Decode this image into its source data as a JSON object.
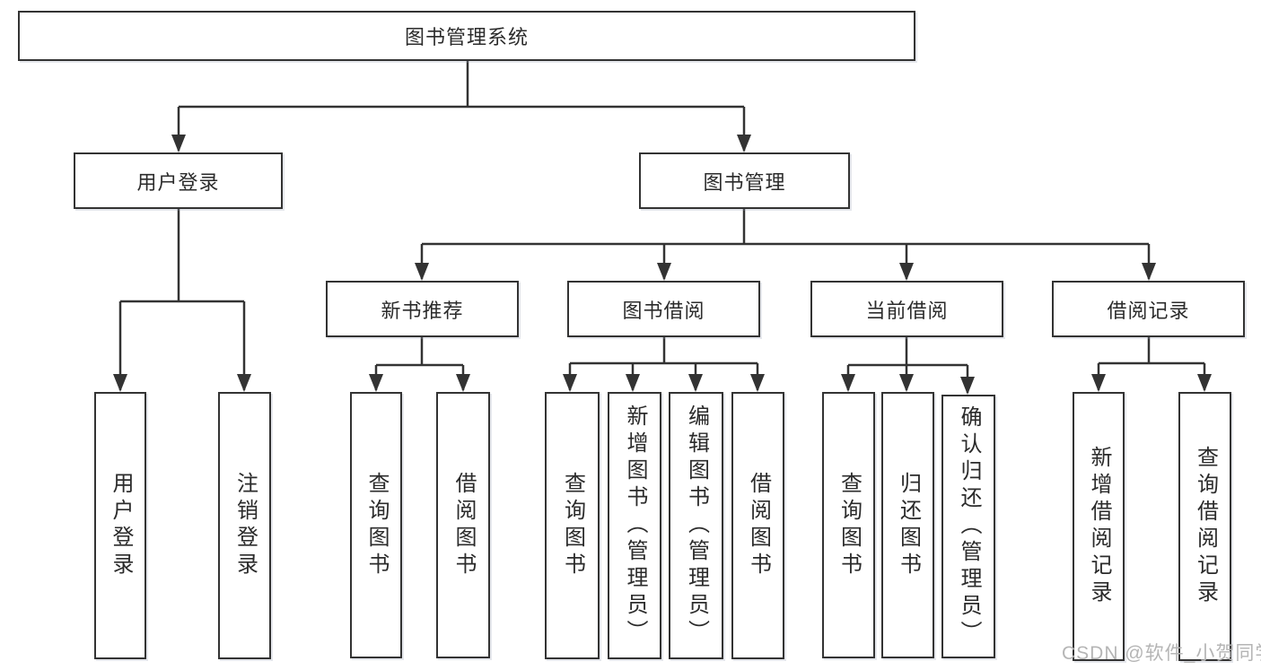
{
  "diagram": {
    "title": "图书管理系统",
    "root": {
      "label": "图书管理系统"
    },
    "branches": [
      {
        "label": "用户登录",
        "children": [
          {
            "label": "用户登录"
          },
          {
            "label": "注销登录"
          }
        ]
      },
      {
        "label": "图书管理",
        "children": [
          {
            "label": "新书推荐",
            "children": [
              {
                "label": "查询图书"
              },
              {
                "label": "借阅图书"
              }
            ]
          },
          {
            "label": "图书借阅",
            "children": [
              {
                "label": "查询图书"
              },
              {
                "label": "新增图书（管理员）"
              },
              {
                "label": "编辑图书（管理员）"
              },
              {
                "label": "借阅图书"
              }
            ]
          },
          {
            "label": "当前借阅",
            "children": [
              {
                "label": "查询图书"
              },
              {
                "label": "归还图书"
              },
              {
                "label": "确认归还（管理员）"
              }
            ]
          },
          {
            "label": "借阅记录",
            "children": [
              {
                "label": "新增借阅记录"
              },
              {
                "label": "查询借阅记录"
              }
            ]
          }
        ]
      }
    ]
  },
  "watermark": {
    "text": "CSDN @软件_小贺同学"
  },
  "colors": {
    "line": "#333333",
    "node_background": "#ffffff",
    "text": "#2b2b2b",
    "watermark": "#b5b5b5"
  }
}
